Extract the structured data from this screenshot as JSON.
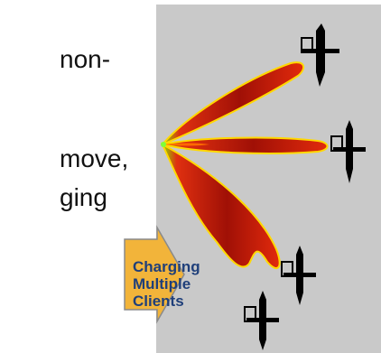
{
  "slide_text": {
    "fragments": [
      "non-",
      "move,",
      "ging"
    ]
  },
  "callout": {
    "lines": [
      "Charging",
      "Multiple",
      "Clients"
    ],
    "fill": "#f2b43a",
    "text_color": "#1f3f7a"
  },
  "scene": {
    "background": "#c9c9c9",
    "beam_colors": [
      "#d01a0a",
      "#ff6a00",
      "#ffe000",
      "#80ff40"
    ]
  }
}
